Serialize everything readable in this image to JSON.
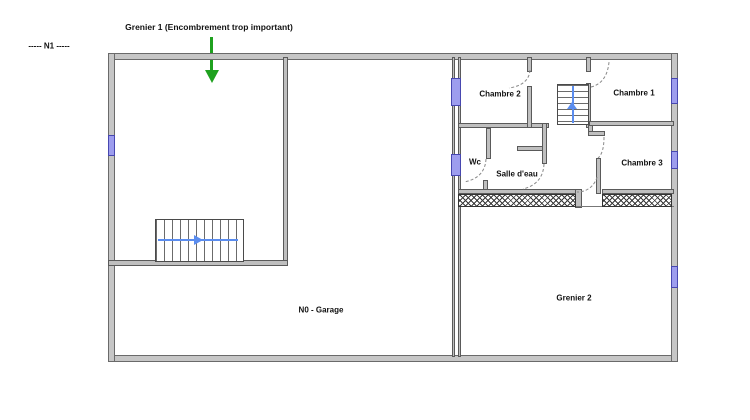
{
  "annotation": {
    "text": "Grenier 1 (Encombrement trop important)"
  },
  "level_label": {
    "text": "----- N1 -----"
  },
  "rooms": {
    "garage": "N0 - Garage",
    "grenier2": "Grenier 2",
    "chambre1": "Chambre 1",
    "chambre2": "Chambre 2",
    "chambre3": "Chambre 3",
    "wc": "Wc",
    "salle_eau": "Salle d'eau"
  },
  "colors": {
    "wall_fill": "#c6c6c6",
    "wall_edge": "#6a6a6a",
    "window_blue": "#9d9dee",
    "stair_blue": "#5b8def",
    "arrow_green": "#1fa11f",
    "hatch": "#3a3a3a",
    "text": "#111111",
    "bg": "#ffffff"
  }
}
